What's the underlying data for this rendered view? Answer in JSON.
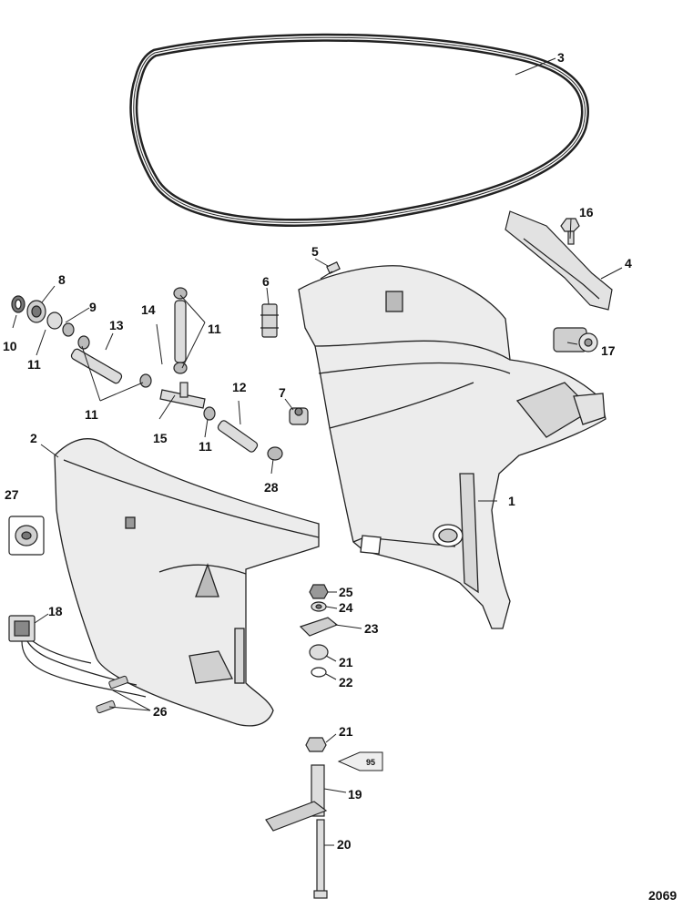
{
  "figure_number": "2069",
  "tube_label": "95",
  "callouts": [
    {
      "id": "c1",
      "text": "1"
    },
    {
      "id": "c2",
      "text": "2"
    },
    {
      "id": "c3",
      "text": "3"
    },
    {
      "id": "c4",
      "text": "4"
    },
    {
      "id": "c5",
      "text": "5"
    },
    {
      "id": "c6",
      "text": "6"
    },
    {
      "id": "c7",
      "text": "7"
    },
    {
      "id": "c8",
      "text": "8"
    },
    {
      "id": "c9",
      "text": "9"
    },
    {
      "id": "c10",
      "text": "10"
    },
    {
      "id": "c11a",
      "text": "11"
    },
    {
      "id": "c11b",
      "text": "11"
    },
    {
      "id": "c11c",
      "text": "11"
    },
    {
      "id": "c11d",
      "text": "11"
    },
    {
      "id": "c12",
      "text": "12"
    },
    {
      "id": "c13",
      "text": "13"
    },
    {
      "id": "c14",
      "text": "14"
    },
    {
      "id": "c15",
      "text": "15"
    },
    {
      "id": "c16",
      "text": "16"
    },
    {
      "id": "c17",
      "text": "17"
    },
    {
      "id": "c18",
      "text": "18"
    },
    {
      "id": "c19",
      "text": "19"
    },
    {
      "id": "c20",
      "text": "20"
    },
    {
      "id": "c21a",
      "text": "21"
    },
    {
      "id": "c21b",
      "text": "21"
    },
    {
      "id": "c22",
      "text": "22"
    },
    {
      "id": "c23",
      "text": "23"
    },
    {
      "id": "c24",
      "text": "24"
    },
    {
      "id": "c25",
      "text": "25"
    },
    {
      "id": "c26",
      "text": "26"
    },
    {
      "id": "c27",
      "text": "27"
    },
    {
      "id": "c28",
      "text": "28"
    }
  ]
}
